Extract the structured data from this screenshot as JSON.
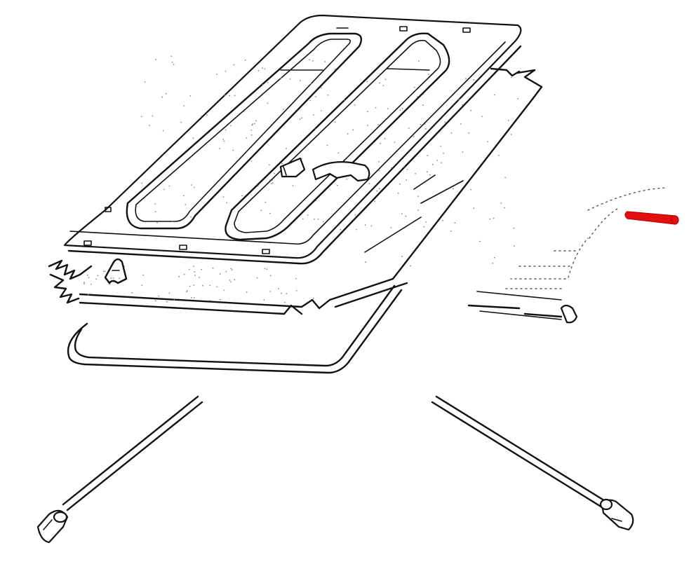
{
  "colors": {
    "line": "#111111",
    "dashed": "#555555",
    "highlight": "#e01010",
    "background": "#ffffff"
  },
  "parts": [
    {
      "id": "roof-panel",
      "icon": "roof-panel-icon"
    },
    {
      "id": "headliner",
      "icon": "headliner-icon"
    },
    {
      "id": "weatherstrip",
      "icon": "weatherstrip-seal-icon"
    },
    {
      "id": "clip",
      "icon": "clip-icon"
    },
    {
      "id": "latch-bracket",
      "icon": "latch-bracket-icon"
    },
    {
      "id": "latch-hook",
      "icon": "latch-hook-icon"
    },
    {
      "id": "drain-tube-left",
      "icon": "drain-tube-icon"
    },
    {
      "id": "drain-tube-right",
      "icon": "drain-tube-icon"
    },
    {
      "id": "guide-rail-detail",
      "icon": "guide-rail-icon"
    },
    {
      "id": "highlighted-pin",
      "icon": "pin-icon",
      "highlighted": true
    }
  ]
}
